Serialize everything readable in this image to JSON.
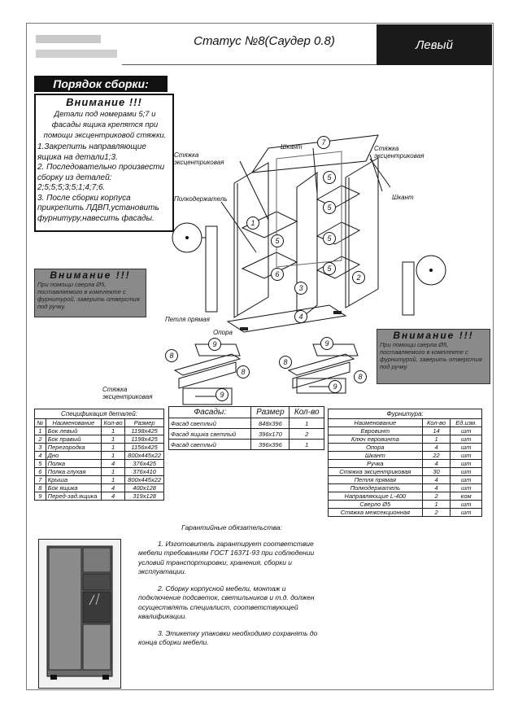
{
  "header": {
    "title": "Статус №8(Саудер 0.8)",
    "side": "Левый"
  },
  "order": {
    "title": "Порядок сборки:",
    "attention_title": "Внимание !!!",
    "attention_text": "Детали под номерами 5;7 и фасады ящика крепятся при помощи эксцентриковой стяжки.",
    "steps": [
      "1.Закрепить направляющие ящика на детали1;3.",
      "2. Последовательно произвести сборку из деталей: 2;5;5;5;3;5;1;4;7;6.",
      "3. После сборки корпуса прикрепить ЛДВП,установить фурнитуру,навесить фасады."
    ]
  },
  "attention_left": {
    "title": "Внимание !!!",
    "text": "При помощи сверла Ø5, поставляемого в комплекте с фурнитурой, зaверить отверстия под ручку."
  },
  "attention_right": {
    "title": "Внимание !!!",
    "text": "При помощи сверла Ø5, поставляемого в комплекте с фурнитурой, зaверить отверстия под ручку."
  },
  "diagram": {
    "labels": {
      "styazhka_top": "Стяжка эксцентриковая",
      "shkant_top": "Шкант",
      "styazhka_right": "Стяжка эксцентриковая",
      "shkant_right": "Шкант",
      "polkoderzhatel": "Полкодержатель",
      "petlya": "Петля прямая",
      "opora": "Опора",
      "styazhka_bottom": "Стяжка эксцентриковая"
    },
    "numbers": [
      "7",
      "1",
      "5",
      "5",
      "6",
      "3",
      "5",
      "5",
      "5",
      "2",
      "4",
      "9",
      "8",
      "8",
      "9",
      "9",
      "8",
      "8",
      "9"
    ]
  },
  "spec_table": {
    "caption": "Спецификация деталей:",
    "headers": [
      "№",
      "Наименование",
      "Кол-во",
      "Размер"
    ],
    "rows": [
      [
        "1",
        "Бок левый",
        "1",
        "1198х425"
      ],
      [
        "2",
        "Бок правый",
        "1",
        "1198х425"
      ],
      [
        "3",
        "Перегородка",
        "1",
        "1156х425"
      ],
      [
        "4",
        "Дно",
        "1",
        "800х445х22"
      ],
      [
        "5",
        "Полка",
        "4",
        "376х425"
      ],
      [
        "6",
        "Полка глухая",
        "1",
        "376х410"
      ],
      [
        "7",
        "Крыша",
        "1",
        "800х445х22"
      ],
      [
        "8",
        "Бок ящика",
        "4",
        "400х128"
      ],
      [
        "9",
        "Перед-зад.ящика",
        "4",
        "319х128"
      ]
    ]
  },
  "facade_table": {
    "headers": [
      "Фасады:",
      "Размер",
      "Кол-во"
    ],
    "rows": [
      [
        "Фасад светлый",
        "848х396",
        "1"
      ],
      [
        "Фасад ящика светлый",
        "396х170",
        "2"
      ],
      [
        "Фасад светлый",
        "396х396",
        "1"
      ]
    ]
  },
  "furniture_table": {
    "caption": "Фурнитура:",
    "headers": [
      "Наименование",
      "Кол-во",
      "Ед.изм."
    ],
    "rows": [
      [
        "Евровинт",
        "14",
        "шт"
      ],
      [
        "Ключ евровинта",
        "1",
        "шт"
      ],
      [
        "Опора",
        "4",
        "шт"
      ],
      [
        "Шкант",
        "22",
        "шт"
      ],
      [
        "Ручка",
        "4",
        "шт"
      ],
      [
        "Стяжка эксцентриковая",
        "30",
        "шт"
      ],
      [
        "Петля прямая",
        "4",
        "шт"
      ],
      [
        "Полкодержатель",
        "4",
        "шт"
      ],
      [
        "Направляющие L-400",
        "2",
        "ком"
      ],
      [
        "Сверло Ø5",
        "1",
        "шт"
      ],
      [
        "Стяжка межсекционная",
        "2",
        "шт"
      ]
    ]
  },
  "warranty": {
    "title": "Гарантийные обязательства:",
    "items": [
      "1. Изготовитель гарантирует соответствие мебели требованиям ГОСТ 16371-93 при соблюдении условий транспортировки, хранения, сборки и эксплуатации.",
      "2. Сборку корпусной мебели, монтаж и подключение подсветок, светильников и т.д. должен осуществлять специалист, соответствующей квалификации.",
      "3. Этикетку упаковки необходимо сохранять до конца сборки мебели."
    ]
  }
}
